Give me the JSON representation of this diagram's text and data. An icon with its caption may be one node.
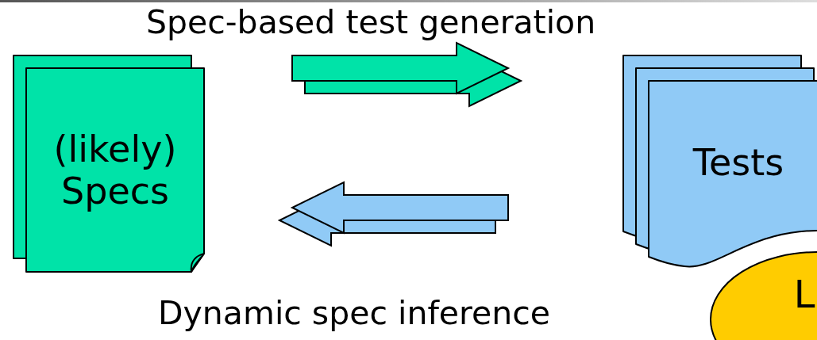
{
  "diagram": {
    "nodes": [
      {
        "text": [
          "(likely) Specs"
        ]
      },
      {
        "text": [
          "Tests"
        ]
      },
      {
        "text": [
          "L"
        ]
      }
    ],
    "edges": [
      {
        "from": 0,
        "to": 1,
        "arrow": "to",
        "label": "Spec-based test generation",
        "color": "#00e3a8"
      },
      {
        "from": 1,
        "to": 0,
        "arrow": "to",
        "label": "Dynamic spec inference",
        "color": "#90caf6"
      }
    ]
  }
}
